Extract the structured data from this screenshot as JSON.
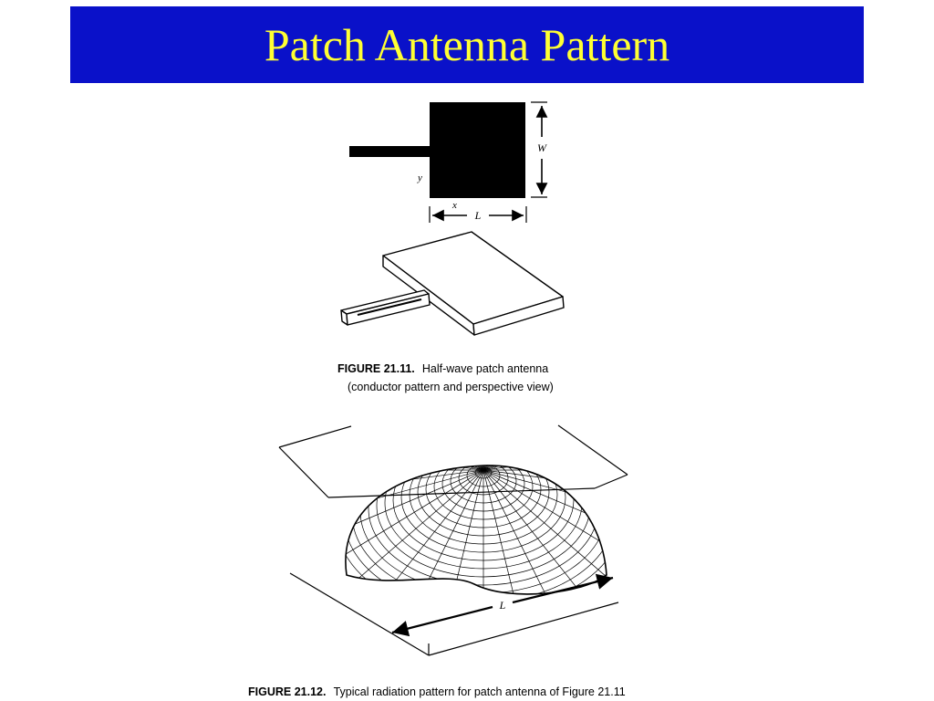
{
  "slide": {
    "title": "Patch Antenna Pattern",
    "title_bg_color": "#0a11c9",
    "title_text_color": "#ffff33"
  },
  "figure_21_11": {
    "label_w": "W",
    "label_l": "L",
    "label_x": "x",
    "label_y": "y",
    "caption_number": "FIGURE 21.11.",
    "caption_text": "Half-wave patch antenna",
    "caption_line2": "(conductor pattern and perspective view)"
  },
  "figure_21_12": {
    "label_l": "L",
    "caption_number": "FIGURE 21.12.",
    "caption_text": "Typical radiation pattern for patch antenna of Figure 21.11"
  }
}
